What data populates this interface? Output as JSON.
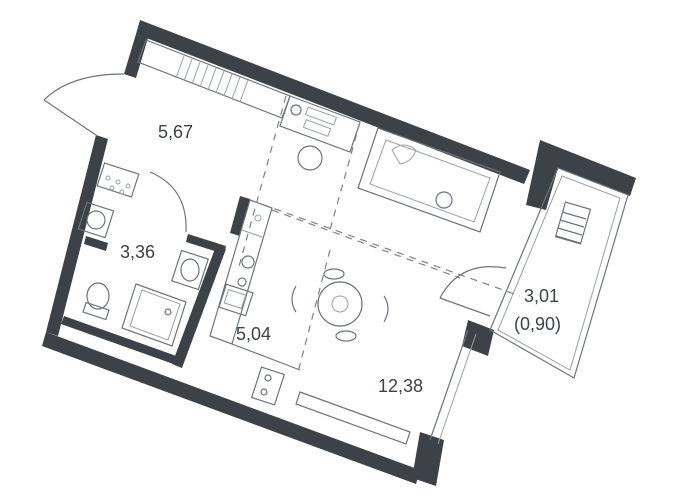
{
  "rooms": [
    {
      "id": "hall",
      "area": "5,67"
    },
    {
      "id": "bathroom",
      "area": "3,36"
    },
    {
      "id": "kitchen",
      "area": "5,04"
    },
    {
      "id": "living",
      "area": "12,38"
    },
    {
      "id": "balcony",
      "area": "3,01",
      "sub": "(0,90)"
    }
  ],
  "colors": {
    "wall": "#3d4249",
    "line": "#6e737a",
    "background": "#ffffff"
  }
}
